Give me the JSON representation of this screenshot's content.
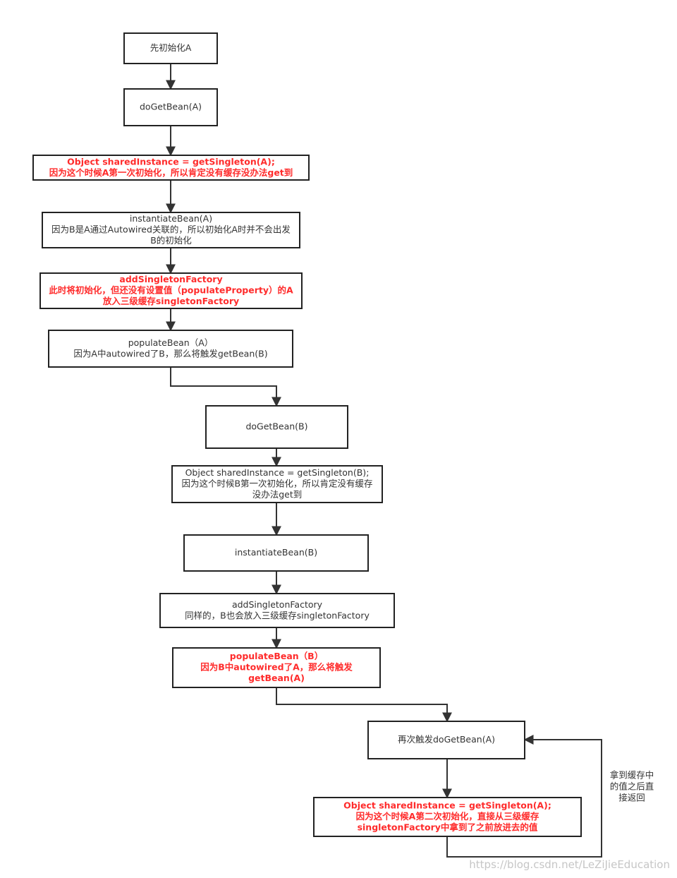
{
  "colors": {
    "box_border": "#222222",
    "text": "#333333",
    "highlight": "#ff2b2b",
    "edge": "#333333",
    "watermark": "#c6c6c6"
  },
  "nodes": [
    {
      "id": "n1",
      "style": "normal",
      "lines": [
        "先初始化A"
      ]
    },
    {
      "id": "n2",
      "style": "normal",
      "lines": [
        "doGetBean(A)"
      ]
    },
    {
      "id": "n3",
      "style": "red",
      "lines": [
        "Object sharedInstance = getSingleton(A);",
        "因为这个时候A第一次初始化，所以肯定没有缓存没办法get到"
      ]
    },
    {
      "id": "n4",
      "style": "normal",
      "lines": [
        "instantiateBean(A)",
        "因为B是A通过Autowired关联的，所以初始化A时并不会出发",
        "B的初始化"
      ]
    },
    {
      "id": "n5",
      "style": "red",
      "lines": [
        "addSingletonFactory",
        "此时将初始化，但还没有设置值（populateProperty）的A",
        "放入三级缓存singletonFactory"
      ]
    },
    {
      "id": "n6",
      "style": "normal",
      "lines": [
        "populateBean（A）",
        "因为A中autowired了B，那么将触发getBean(B)"
      ]
    },
    {
      "id": "n7",
      "style": "normal",
      "lines": [
        "doGetBean(B)"
      ]
    },
    {
      "id": "n8",
      "style": "normal",
      "lines": [
        "Object sharedInstance = getSingleton(B);",
        "因为这个时候B第一次初始化，所以肯定没有缓存",
        "没办法get到"
      ]
    },
    {
      "id": "n9",
      "style": "normal",
      "lines": [
        "instantiateBean(B)"
      ]
    },
    {
      "id": "n10",
      "style": "normal",
      "lines": [
        "addSingletonFactory",
        "同样的，B也会放入三级缓存singletonFactory"
      ]
    },
    {
      "id": "n11",
      "style": "red",
      "lines": [
        "populateBean（B）",
        "因为B中autowired了A，那么将触发",
        "getBean(A)"
      ]
    },
    {
      "id": "n12",
      "style": "normal",
      "lines": [
        "再次触发doGetBean(A)"
      ]
    },
    {
      "id": "n13",
      "style": "red",
      "lines": [
        "Object sharedInstance = getSingleton(A);",
        "因为这个时候A第二次初始化，直接从三级缓存",
        "singletonFactory中拿到了之前放进去的值"
      ]
    }
  ],
  "side_note": {
    "lines": [
      "拿到缓存中",
      "的值之后直",
      "接返回"
    ]
  },
  "watermark": "https://blog.csdn.net/LeZiJieEducation"
}
